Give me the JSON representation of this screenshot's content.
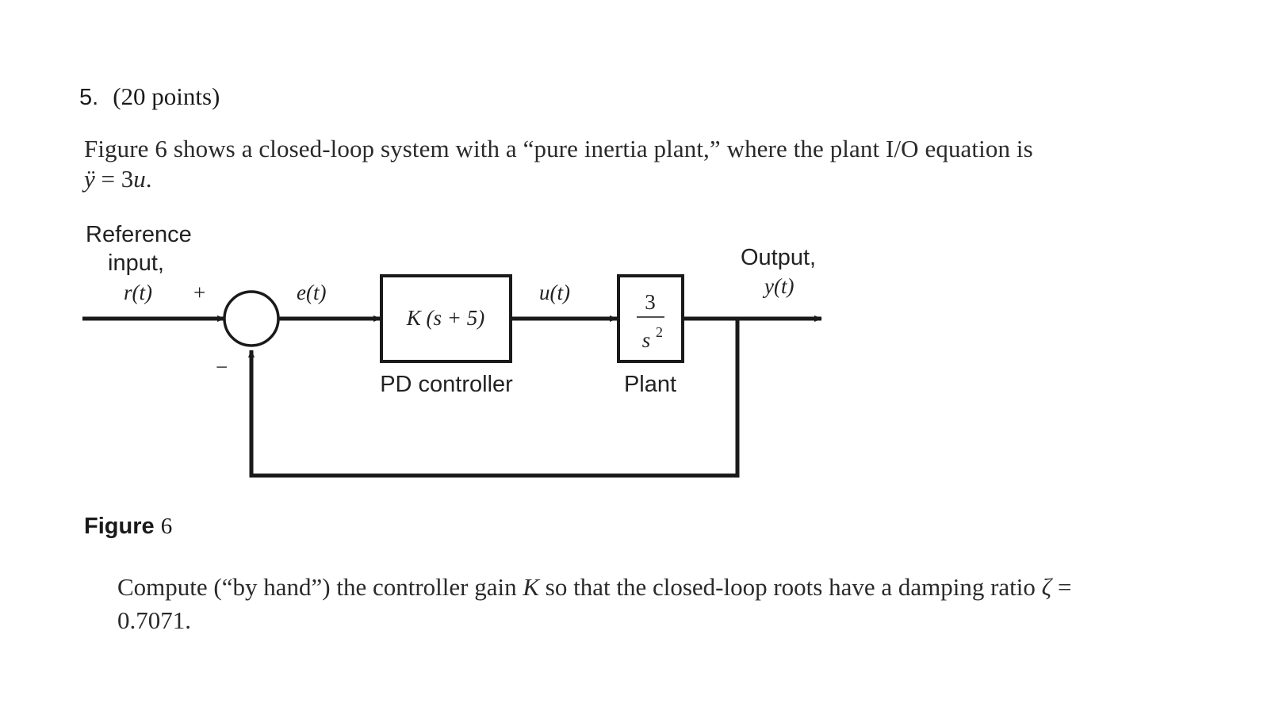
{
  "question": {
    "number": "5.",
    "points": "(20 points)"
  },
  "intro": {
    "line1": "Figure 6 shows a closed-loop system with a “pure inertia plant,” where the plant I/O equation is",
    "line2_lhs": "ÿ",
    "line2_eq": " = 3",
    "line2_var": "u",
    "line2_end": "."
  },
  "diagram": {
    "reference_label_1": "Reference",
    "reference_label_2": "input,",
    "reference_signal": "r(t)",
    "plus_sign": "+",
    "minus_sign": "−",
    "error_signal": "e(t)",
    "controller_tf": "K (s + 5)",
    "controller_label": "PD controller",
    "control_signal": "u(t)",
    "plant_numerator": "3",
    "plant_denominator": "s",
    "plant_denominator_exp": "2",
    "plant_label": "Plant",
    "output_label": "Output,",
    "output_signal": "y(t)"
  },
  "figure": {
    "caption_word": "Figure",
    "caption_number": "6"
  },
  "task": {
    "line1_a": "Compute (“by hand”) the controller gain ",
    "line1_var": "K",
    "line1_b": " so that the closed-loop roots have a damping ratio ",
    "line1_zeta": "ζ",
    "line1_eq": " =",
    "line2": "0.7071."
  }
}
